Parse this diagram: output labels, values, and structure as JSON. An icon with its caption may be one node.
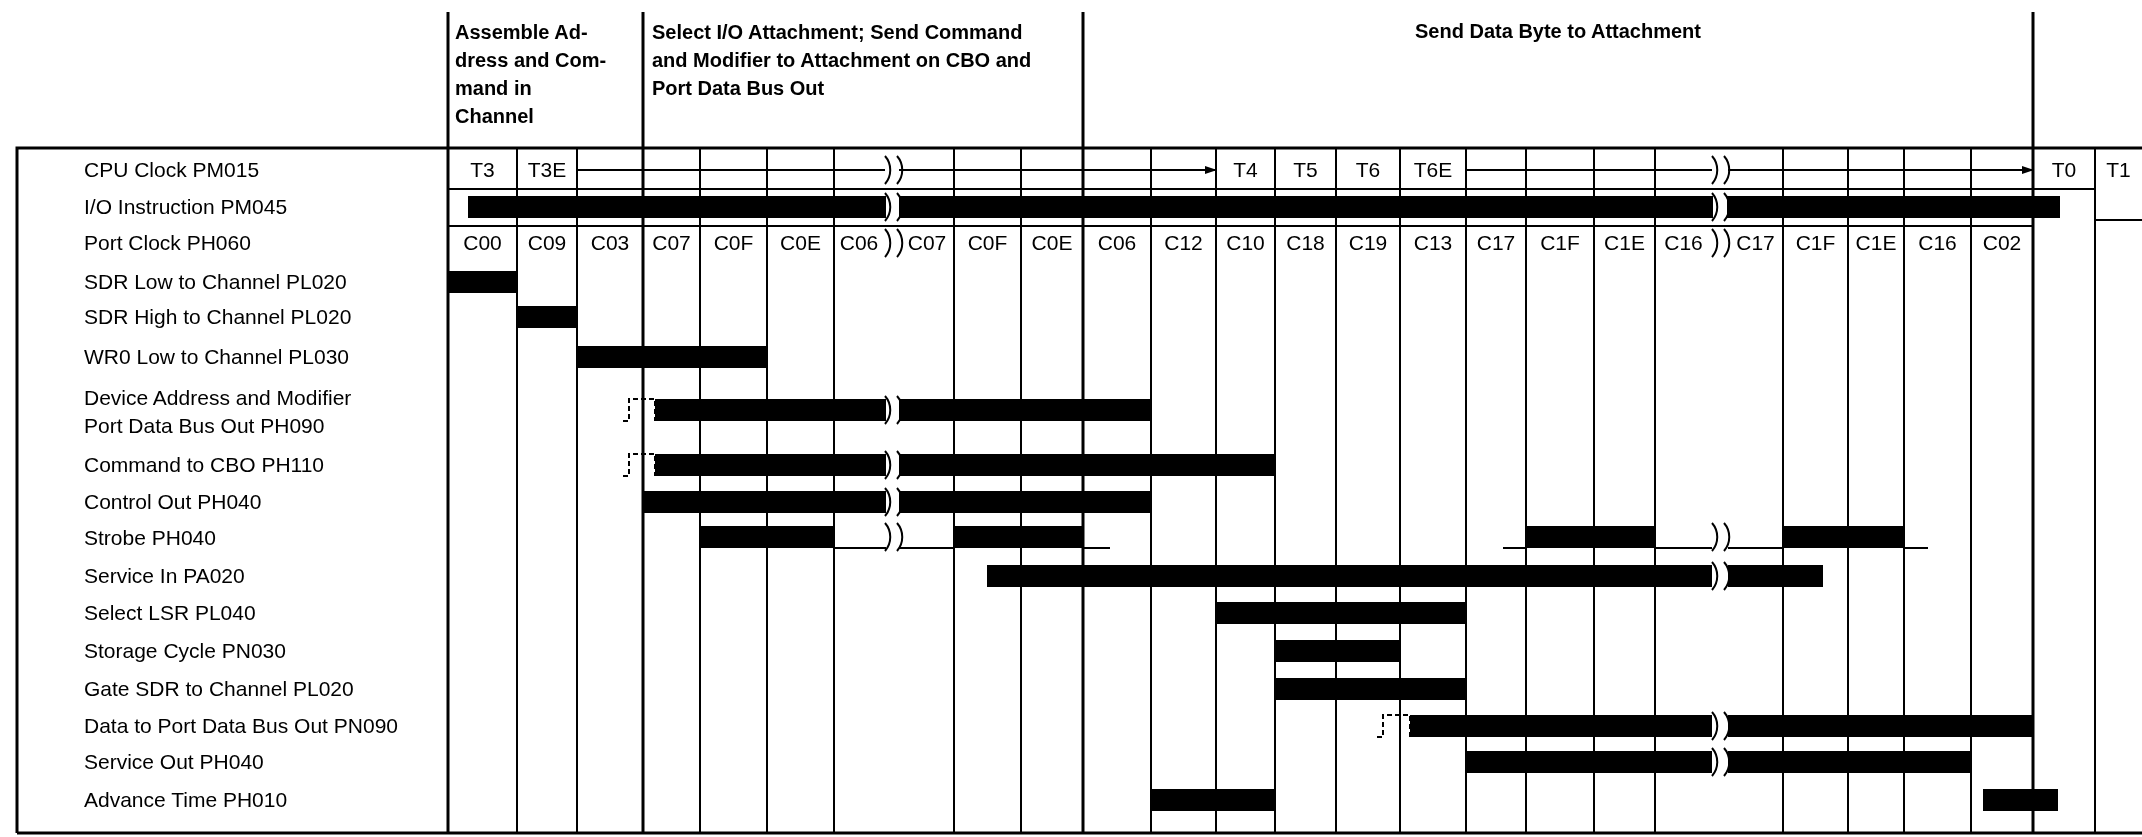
{
  "diagram": {
    "labels": [
      "Assemble Ad- dress and Com- mand in Channel",
      "Select I/O Attachment; Send Command and Modifier to Attachment on CBO and Port Data Bus Out",
      "Send Data Byte to Attachment",
      "CPU Clock PM015",
      "T3",
      "T3E",
      "T4",
      "T5",
      "T6",
      "T6E",
      "T0",
      "T1",
      "I/O Instruction PM045",
      "Port Clock PH060",
      "C00",
      "C09",
      "C03",
      "C07",
      "C0F",
      "C0E",
      "C06",
      "C07",
      "C0F",
      "C0E",
      "C06",
      "C12",
      "C10",
      "C18",
      "C19",
      "C13",
      "C17",
      "C1F",
      "C1E",
      "C16",
      "C17",
      "C1F",
      "C1E",
      "C16",
      "C02",
      "SDR Low to Channel PL020",
      "SDR High to Channel PL020",
      "WR0 Low to Channel PL030",
      "Device Address and Modifier Port Data Bus Out PH090",
      "Command to CBO PH110",
      "Control Out PH040",
      "Strobe PH040",
      "Service In PA020",
      "Select LSR PL040",
      "Storage Cycle PN030",
      "Gate SDR to Channel PL020",
      "Data to Port Data Bus Out PN090",
      "Service Out PH040",
      "Advance Time PH010"
    ]
  }
}
